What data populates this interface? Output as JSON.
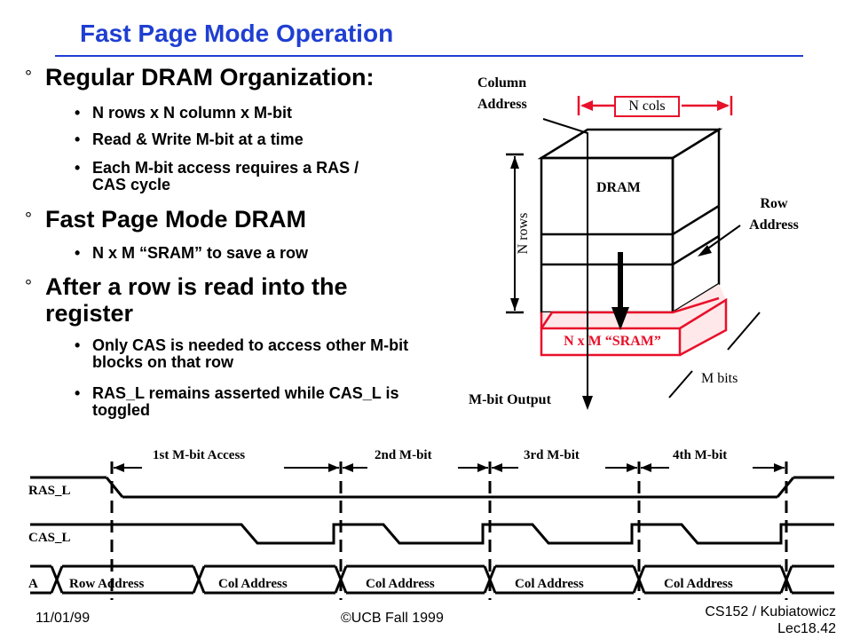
{
  "title": "Fast Page Mode Operation",
  "bullets": [
    {
      "text": "Regular DRAM Organization:",
      "sub": [
        "N rows x N column x M-bit",
        "Read & Write M-bit at a time",
        "Each M-bit access requires a RAS / CAS cycle"
      ]
    },
    {
      "text": "Fast Page Mode DRAM",
      "sub": [
        "N x M “SRAM” to save a row"
      ]
    },
    {
      "text": "After a row is read into the register",
      "sub": [
        "Only CAS is needed to access other M-bit blocks on that row",
        "RAS_L remains asserted while CAS_L is toggled"
      ]
    }
  ],
  "bullet_marker": "°",
  "sub_marker": "•",
  "diagram": {
    "column_address": "Column Address",
    "n_cols": "N cols",
    "dram": "DRAM",
    "row_address": "Row Address",
    "n_rows": "N rows",
    "sram": "N x M “SRAM”",
    "m_bits": "M bits",
    "mbit_output": "M-bit Output"
  },
  "timing": {
    "phases": [
      "1st M-bit Access",
      "2nd M-bit",
      "3rd M-bit",
      "4th M-bit"
    ],
    "signals": [
      "RAS_L",
      "CAS_L",
      "A"
    ],
    "address_labels": [
      "Row Address",
      "Col Address",
      "Col Address",
      "Col Address",
      "Col Address"
    ]
  },
  "footer": {
    "date": "11/01/99",
    "copyright": "©UCB Fall 1999",
    "course": "CS152 / Kubiatowicz",
    "lecture": "Lec18.42"
  },
  "colors": {
    "title": "#1f3fd1",
    "accent_red": "#e8102a"
  }
}
